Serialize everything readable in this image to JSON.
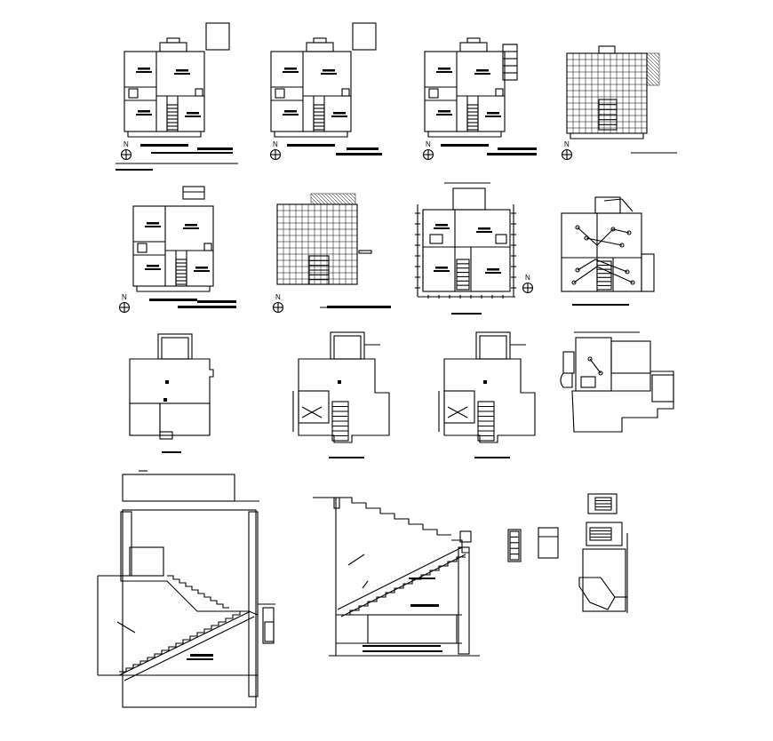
{
  "drawing": {
    "ink_color": "#000000",
    "paper_color": "#ffffff"
  },
  "north_arrow": {
    "letter": "N"
  },
  "views": [
    {
      "id": "ground-floor-plan-1",
      "kind": "floor-plan"
    },
    {
      "id": "first-floor-plan-1",
      "kind": "floor-plan"
    },
    {
      "id": "second-floor-plan-1",
      "kind": "floor-plan"
    },
    {
      "id": "terrace-plan-1",
      "kind": "roof-grid-plan"
    },
    {
      "id": "floor-plan-2",
      "kind": "floor-plan"
    },
    {
      "id": "terrace-plan-2",
      "kind": "roof-grid-plan"
    },
    {
      "id": "dimension-plan",
      "kind": "floor-plan"
    },
    {
      "id": "electrical-plan",
      "kind": "electrical-plan"
    },
    {
      "id": "foundation-plan-1",
      "kind": "outline-plan"
    },
    {
      "id": "foundation-plan-2",
      "kind": "outline-plan"
    },
    {
      "id": "foundation-plan-3",
      "kind": "outline-plan"
    },
    {
      "id": "foundation-plan-4",
      "kind": "outline-plan"
    },
    {
      "id": "staircase-section-1",
      "kind": "section"
    },
    {
      "id": "staircase-section-2",
      "kind": "section"
    },
    {
      "id": "staircase-details",
      "kind": "details"
    }
  ]
}
